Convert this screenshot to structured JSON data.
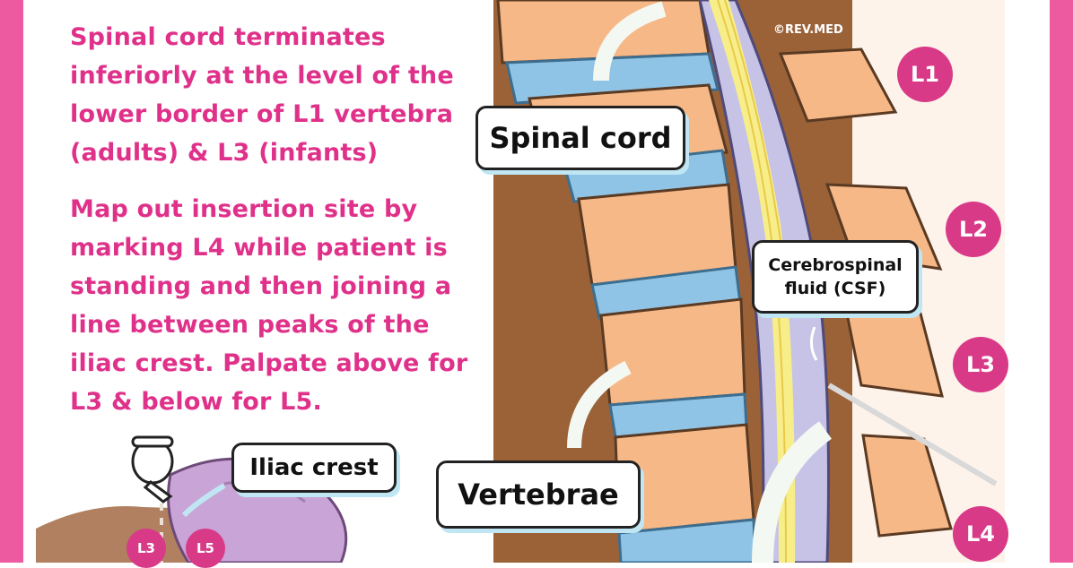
{
  "text": {
    "para1": "Spinal cord terminates\ninferiorly at the level of the\nlower border of L1 vertebra\n(adults) & L3 (infants)",
    "para2": "Map out insertion site by\nmarking L4 while patient is\nstanding and then joining a\nline between peaks of the\niliac crest. Palpate above for\nL3 & below for L5."
  },
  "labels": {
    "spinal_cord": "Spinal cord",
    "vertebrae": "Vertebrae",
    "csf_line1": "Cerebrospinal",
    "csf_line2": "fluid (CSF)",
    "iliac_crest": "Iliac crest",
    "watermark": "©REV.MED"
  },
  "levels": {
    "l1": "L1",
    "l2": "L2",
    "l3": "L3",
    "l4": "L4",
    "small_l3": "L3",
    "small_l5": "L5"
  },
  "colors": {
    "accent_pink": "#ee5aa0",
    "text_pink": "#e0318a",
    "badge_magenta": "#d83a88",
    "brown_bg": "#9b6238",
    "vertebra_orange": "#f6b887",
    "disc_blue": "#8fc4e6",
    "csf_purple": "#c7c3e6",
    "cord_yellow": "#f7ee8a",
    "hip_lilac": "#c9a4d6"
  }
}
